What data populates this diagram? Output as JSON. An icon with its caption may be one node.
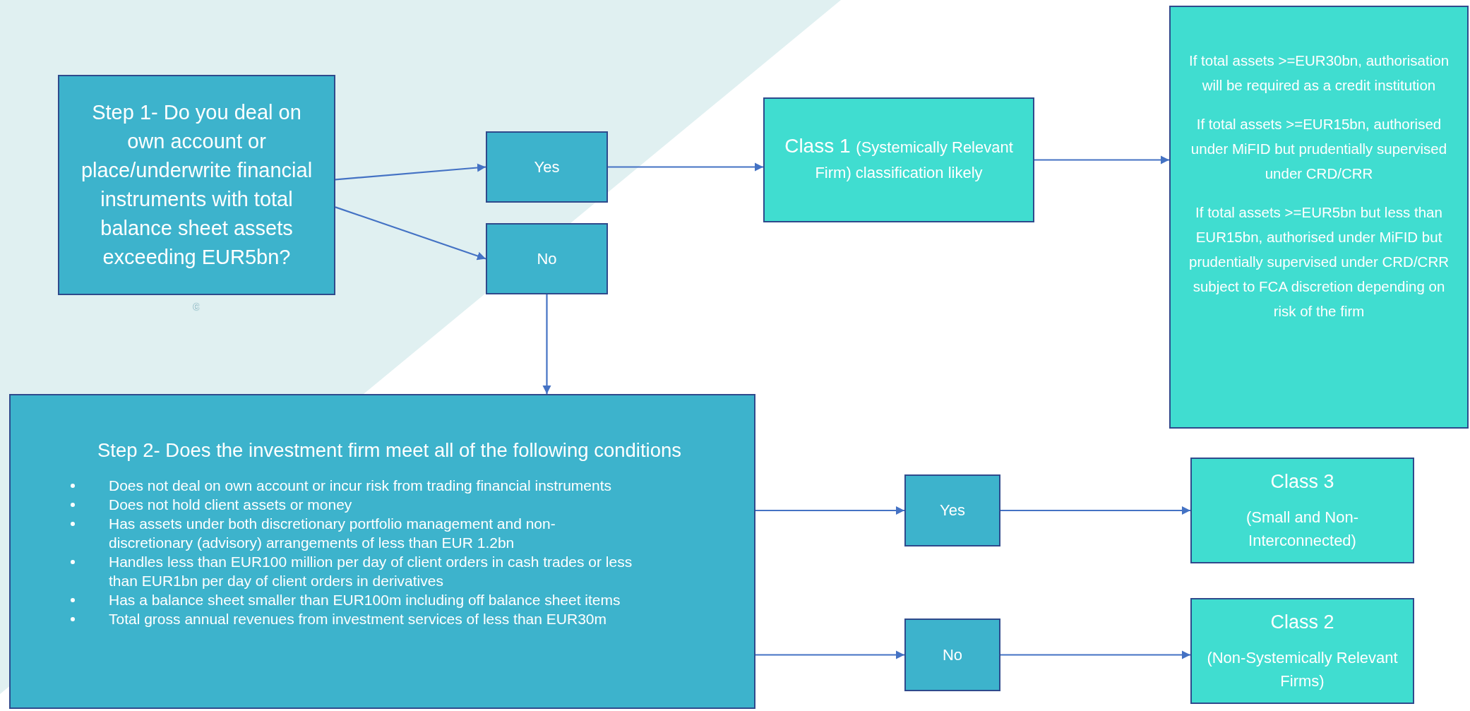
{
  "diagram": {
    "nodes": [
      {
        "text": [
          "Step 1- Do you deal on own account or place/underwrite financial instruments with total balance sheet assets exceeding EUR5bn?"
        ],
        "beside": [
          "c"
        ]
      },
      {
        "text": [
          "Yes"
        ]
      },
      {
        "text": [
          "No"
        ]
      },
      {
        "text": [
          "Class 1",
          "(Systemically Relevant Firm) classification likely"
        ]
      },
      {
        "text": [
          "If total assets >=EUR30bn, authorisation will be required as a credit institution",
          "If total assets >=EUR15bn, authorised under MiFID but prudentially supervised under CRD/CRR",
          "If total assets >=EUR5bn but less than EUR15bn, authorised under MiFID but prudentially supervised under CRD/CRR subject to FCA discretion depending on risk of the firm"
        ]
      },
      {
        "text": [
          "Step 2- Does the investment firm meet all of the following conditions",
          "Does not deal on own account or incur risk from trading financial instruments",
          "Does not hold client assets or money",
          "Has assets under both discretionary portfolio management and non-discretionary (advisory) arrangements of less than EUR 1.2bn",
          "Handles less than EUR100 million per day of client orders in cash trades or less than EUR1bn per day of client orders in derivatives",
          "Has a balance sheet smaller than EUR100m including off balance sheet items",
          "Total gross annual revenues from investment services of less than EUR30m"
        ]
      },
      {
        "text": [
          "Yes"
        ]
      },
      {
        "text": [
          "No"
        ]
      },
      {
        "text": [
          "Class 3",
          "(Small and Non-Interconnected)"
        ]
      },
      {
        "text": [
          "Class 2",
          "(Non-Systemically Relevant Firms)"
        ]
      }
    ],
    "edges": [
      {
        "from": 0,
        "to": 1,
        "arrow": "to"
      },
      {
        "from": 0,
        "to": 2,
        "arrow": "to"
      },
      {
        "from": 1,
        "to": 3,
        "arrow": "to"
      },
      {
        "from": 3,
        "to": 4,
        "arrow": "to"
      },
      {
        "from": 2,
        "to": 5,
        "arrow": "to"
      },
      {
        "from": 5,
        "to": 6,
        "arrow": "to"
      },
      {
        "from": 5,
        "to": 7,
        "arrow": "to"
      },
      {
        "from": 6,
        "to": 8,
        "arrow": "to"
      },
      {
        "from": 7,
        "to": 9,
        "arrow": "to"
      }
    ]
  }
}
